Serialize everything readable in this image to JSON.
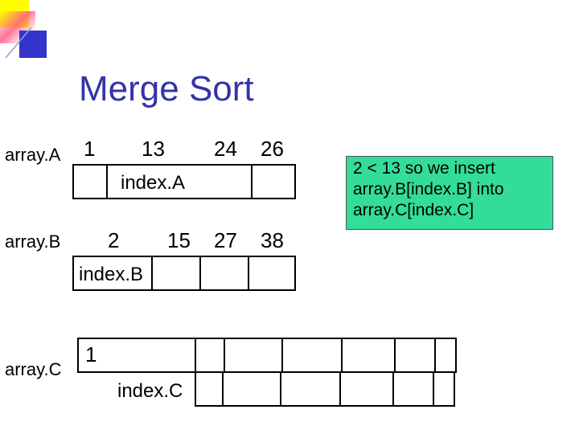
{
  "title": "Merge Sort",
  "labels": {
    "array_a": "array.A",
    "array_b": "array.B",
    "array_c": "array.C"
  },
  "array_a": {
    "values": [
      "1",
      "13",
      "24",
      "26"
    ],
    "index_label": "index.A"
  },
  "array_b": {
    "values": [
      "2",
      "15",
      "27",
      "38"
    ],
    "index_label": "index.B"
  },
  "array_c": {
    "values": [
      "1"
    ],
    "index_label": "index.C"
  },
  "note": {
    "lines": [
      "2 < 13 so we insert",
      "array.B[index.B] into",
      "array.C[index.C]"
    ],
    "background": "#33dd99"
  },
  "colors": {
    "title": "#3333aa",
    "deco_yellow": "#ffff00",
    "deco_blue": "#3333cc"
  }
}
